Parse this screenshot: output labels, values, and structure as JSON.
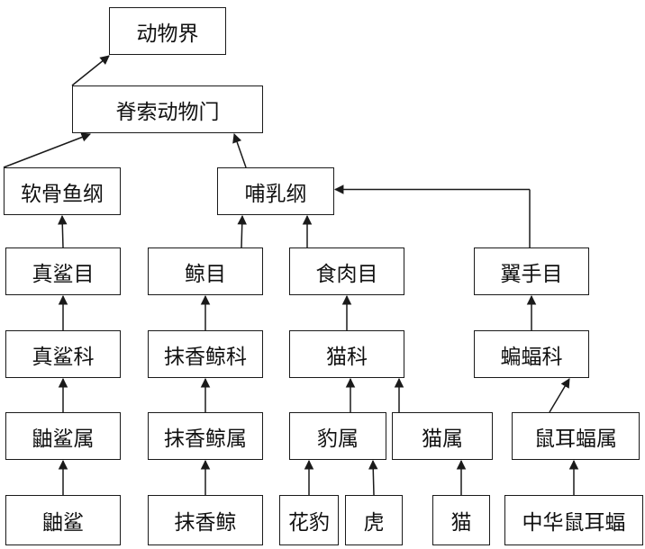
{
  "diagram": {
    "nodes": {
      "kingdom": "动物界",
      "phylum": "脊索动物门",
      "chondrichthyes": "软骨鱼纲",
      "mammalia": "哺乳纲",
      "shark_order": "真鲨目",
      "whale_order": "鲸目",
      "carnivora": "食肉目",
      "chiroptera": "翼手目",
      "shark_family": "真鲨科",
      "sperm_whale_family": "抹香鲸科",
      "felidae": "猫科",
      "bat_family": "蝙蝠科",
      "shark_genus": "鼬鲨属",
      "sperm_whale_genus": "抹香鲸属",
      "panthera": "豹属",
      "felis": "猫属",
      "myotis": "鼠耳蝠属",
      "tiger_shark": "鼬鲨",
      "sperm_whale": "抹香鲸",
      "leopard": "花豹",
      "tiger": "虎",
      "cat": "猫",
      "chinese_myotis": "中华鼠耳蝠"
    },
    "edges": [
      [
        "phylum",
        "kingdom"
      ],
      [
        "chondrichthyes",
        "phylum"
      ],
      [
        "mammalia",
        "phylum"
      ],
      [
        "shark_order",
        "chondrichthyes"
      ],
      [
        "whale_order",
        "mammalia"
      ],
      [
        "carnivora",
        "mammalia"
      ],
      [
        "chiroptera",
        "mammalia"
      ],
      [
        "shark_family",
        "shark_order"
      ],
      [
        "sperm_whale_family",
        "whale_order"
      ],
      [
        "felidae",
        "carnivora"
      ],
      [
        "bat_family",
        "chiroptera"
      ],
      [
        "shark_genus",
        "shark_family"
      ],
      [
        "sperm_whale_genus",
        "sperm_whale_family"
      ],
      [
        "panthera",
        "felidae"
      ],
      [
        "felis",
        "felidae"
      ],
      [
        "myotis",
        "bat_family"
      ],
      [
        "tiger_shark",
        "shark_genus"
      ],
      [
        "sperm_whale",
        "sperm_whale_genus"
      ],
      [
        "leopard",
        "panthera"
      ],
      [
        "tiger",
        "panthera"
      ],
      [
        "cat",
        "felis"
      ],
      [
        "chinese_myotis",
        "myotis"
      ]
    ]
  }
}
